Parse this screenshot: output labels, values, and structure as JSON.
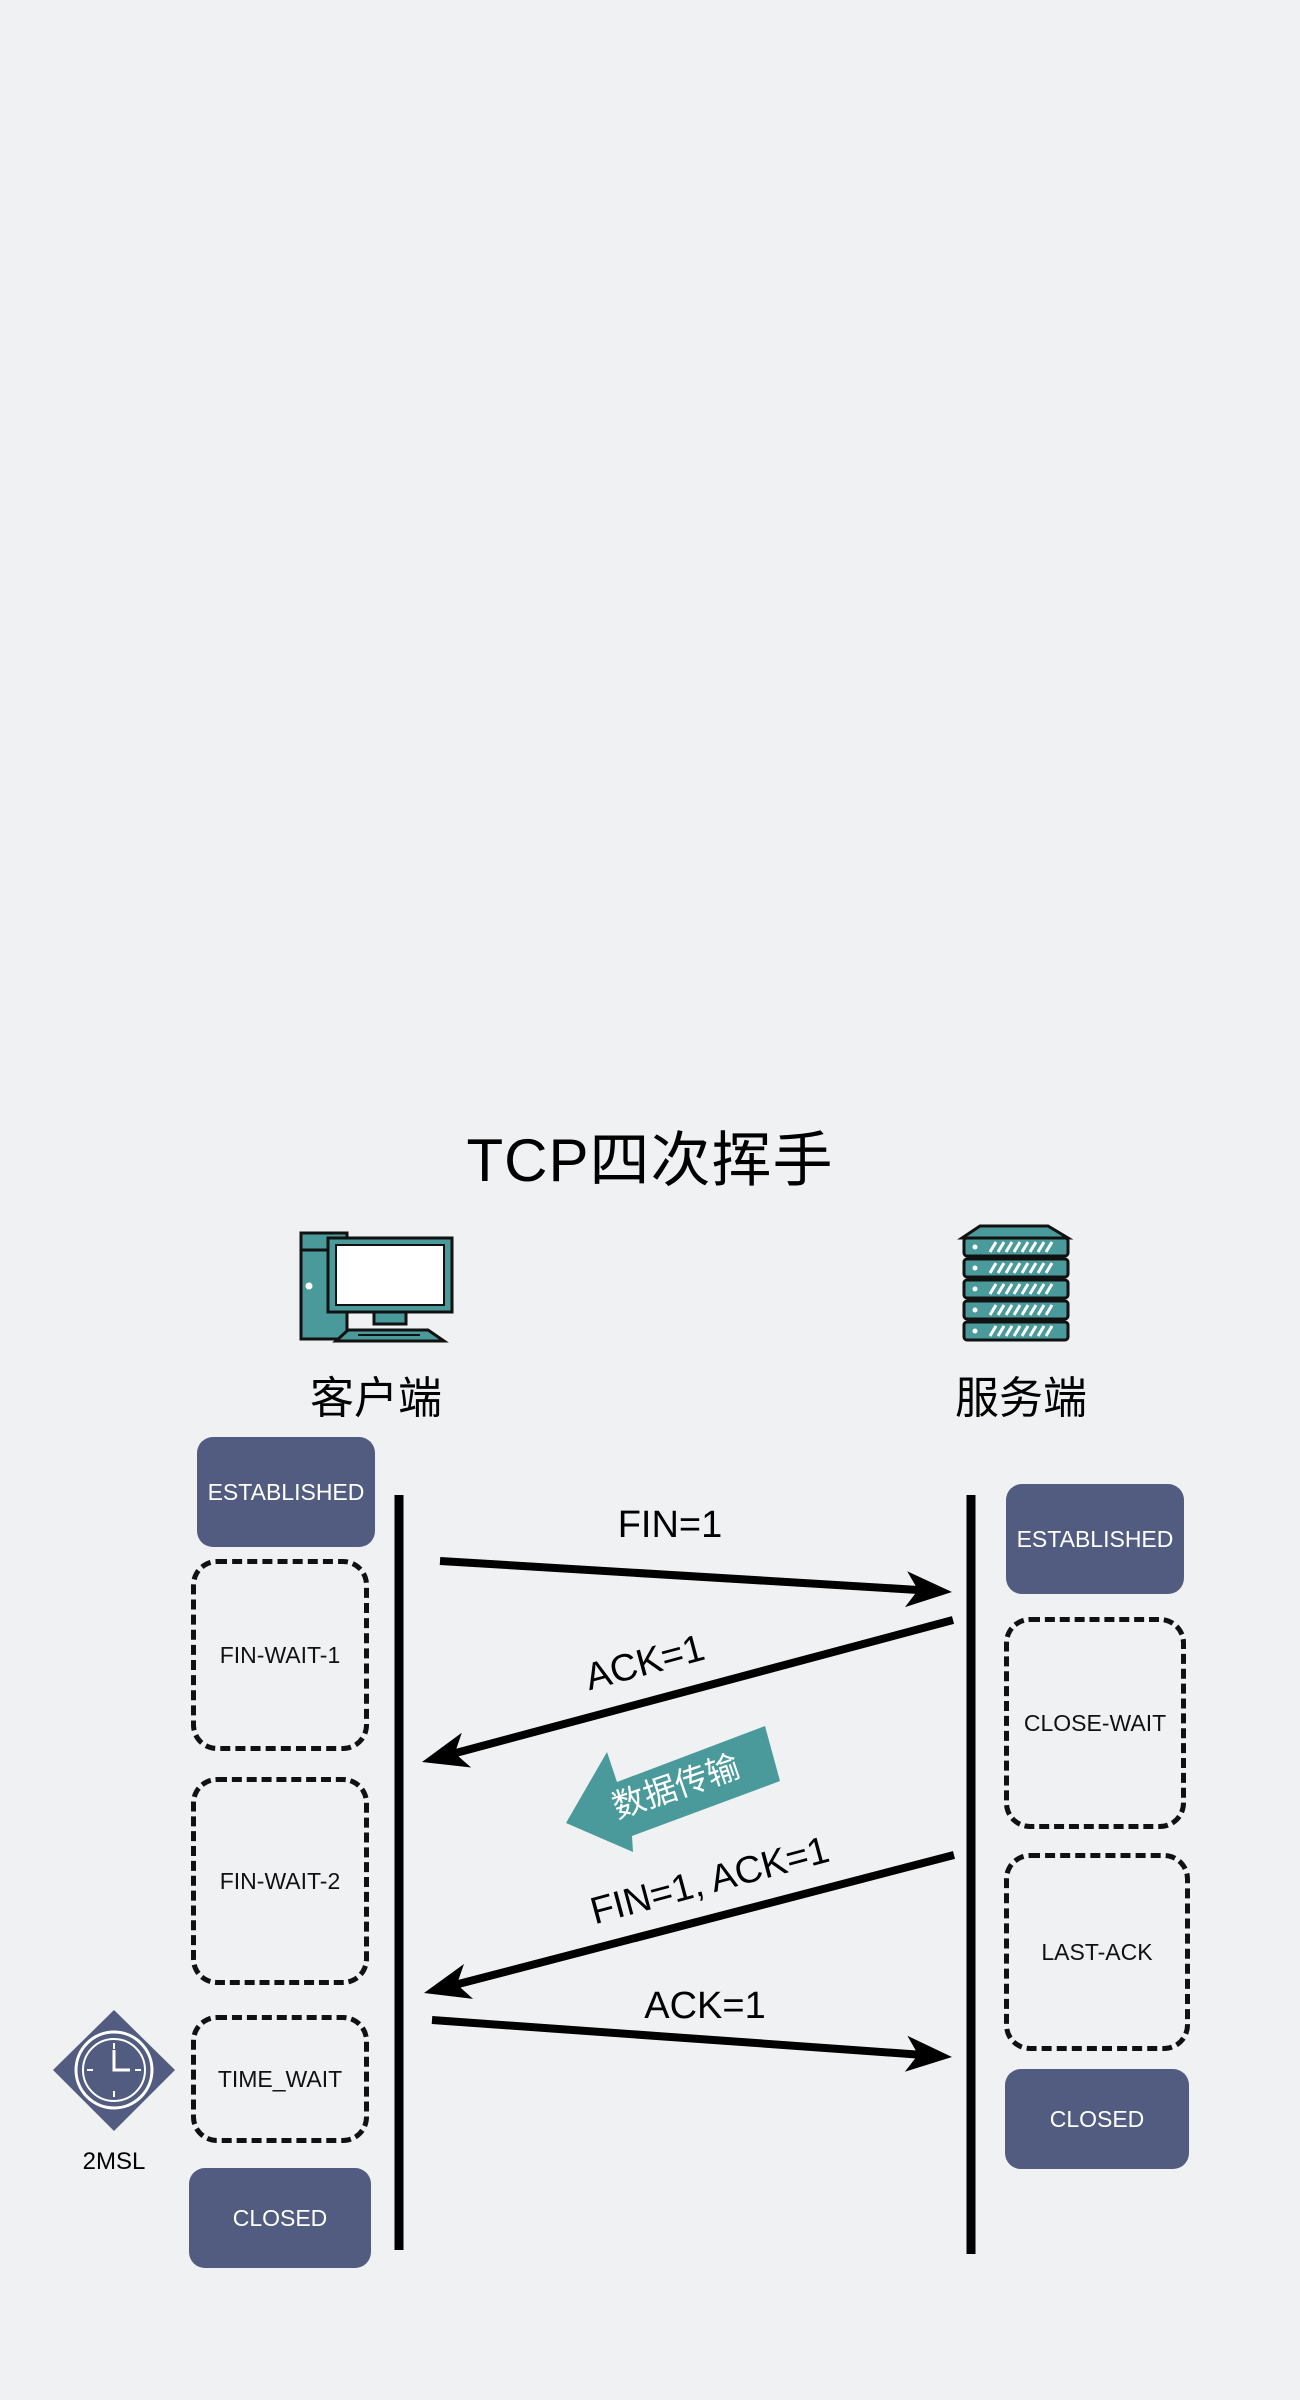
{
  "title": "TCP四次挥手",
  "client": {
    "label": "客户端",
    "icon": "desktop-computer-icon",
    "states": [
      "ESTABLISHED",
      "FIN-WAIT-1",
      "FIN-WAIT-2",
      "TIME_WAIT",
      "CLOSED"
    ]
  },
  "server": {
    "label": "服务端",
    "icon": "server-rack-icon",
    "states": [
      "ESTABLISHED",
      "CLOSE-WAIT",
      "LAST-ACK",
      "CLOSED"
    ]
  },
  "messages": [
    "FIN=1",
    "ACK=1",
    "FIN=1, ACK=1",
    "ACK=1"
  ],
  "data_transfer": "数据传输",
  "timer": {
    "icon": "clock-icon",
    "label": "2MSL"
  },
  "colors": {
    "state_fill": "#525c80",
    "teal": "#4a9a9b",
    "teal_dark": "#2f6f70",
    "line": "#000000",
    "background": "#f0f1f3"
  }
}
